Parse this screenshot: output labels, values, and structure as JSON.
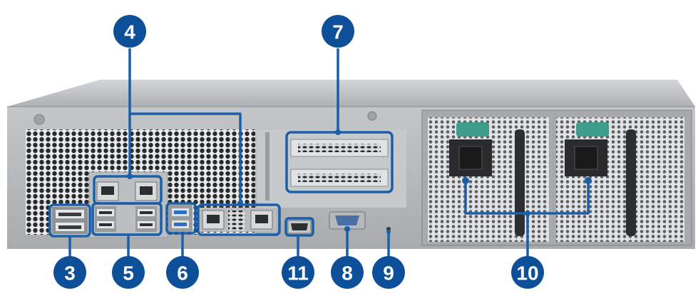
{
  "colors": {
    "callout_fill": "#0e4f99",
    "callout_text": "#ffffff",
    "leader_line": "#1a5fa8",
    "chassis_top": "#c9ccce",
    "chassis_face": "#b3b6b8",
    "vent_dark": "#2a2b2c",
    "port_metal": "#d7d9db"
  },
  "callouts": {
    "c3": "3",
    "c4": "4",
    "c5": "5",
    "c6": "6",
    "c7": "7",
    "c8": "8",
    "c9": "9",
    "c10": "10",
    "c11": "11"
  }
}
